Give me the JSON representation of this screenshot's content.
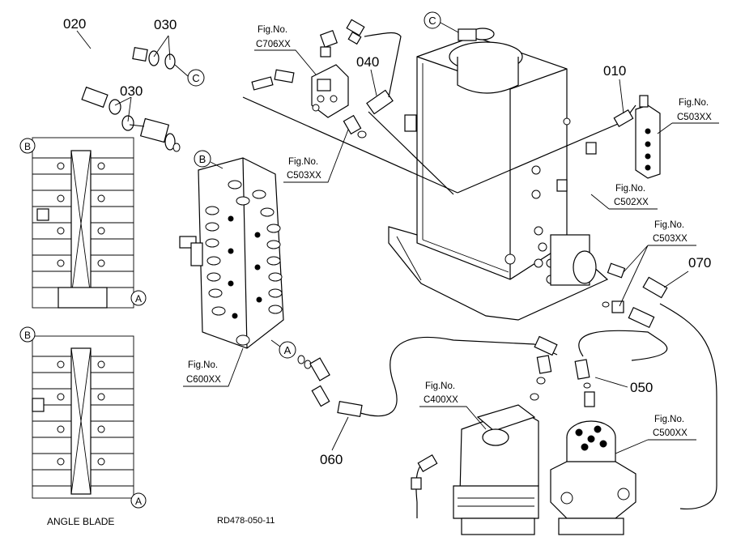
{
  "part_numbers": {
    "p010": "010",
    "p020": "020",
    "p030a": "030",
    "p030b": "030",
    "p040": "040",
    "p050": "050",
    "p060": "060",
    "p070": "070"
  },
  "figure_refs": {
    "caption": "Fig.No.",
    "c706": "C706XX",
    "c503_mid": "C503XX",
    "c503_right": "C503XX",
    "c503_lower": "C503XX",
    "c502": "C502XX",
    "c600": "C600XX",
    "c400": "C400XX",
    "c500": "C500XX"
  },
  "markers": {
    "a": "A",
    "b": "B",
    "c": "C"
  },
  "captions": {
    "angle_blade": "ANGLE BLADE",
    "drawing_number": "RD478-050-11"
  }
}
